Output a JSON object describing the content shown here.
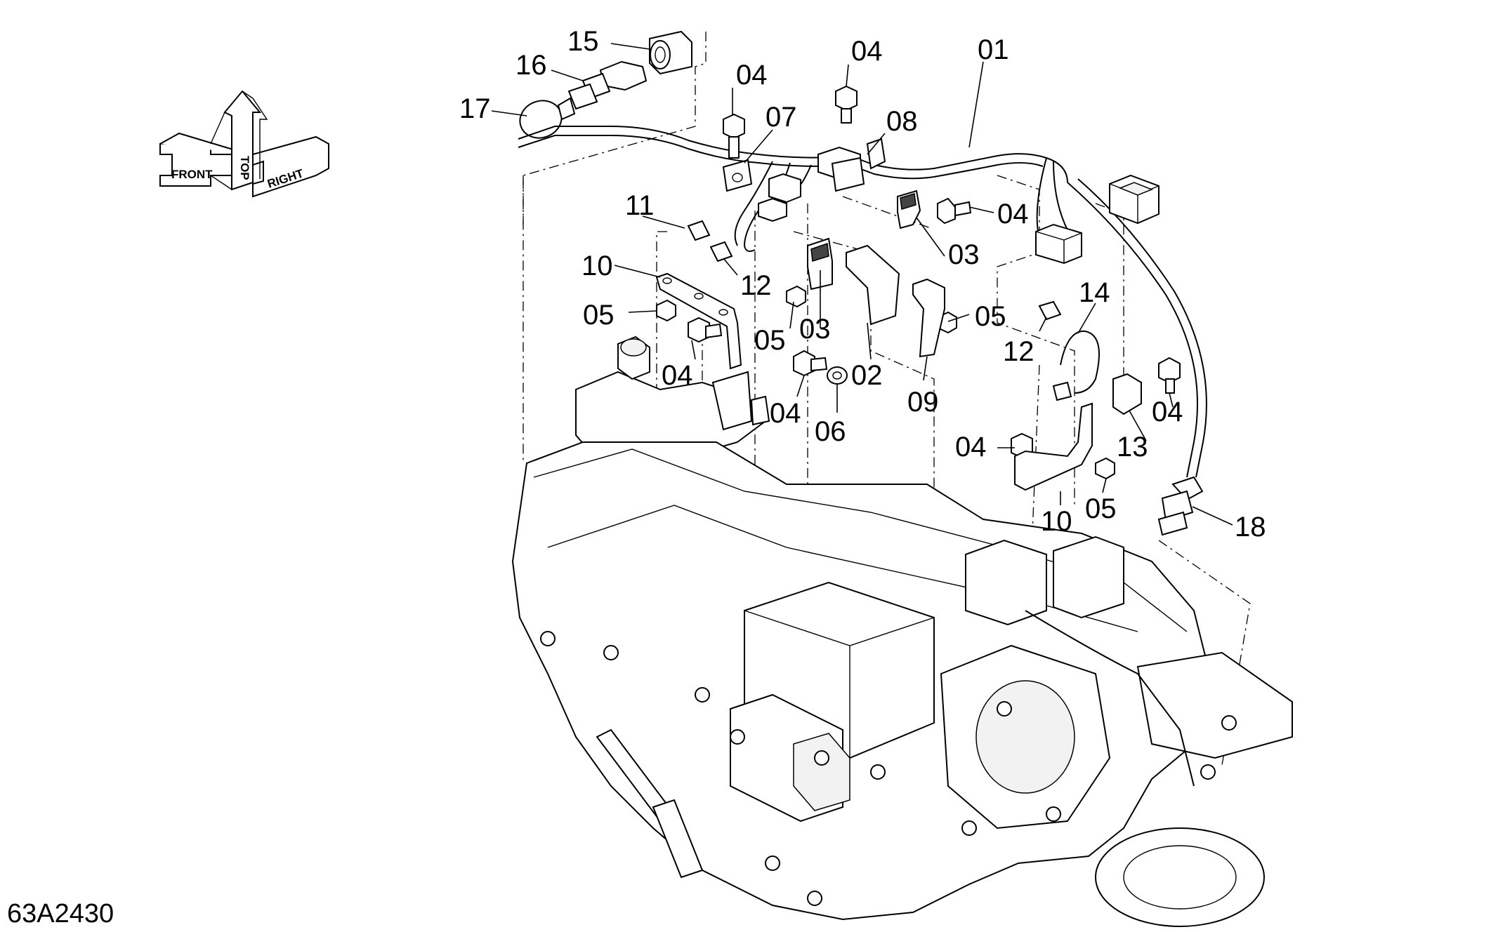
{
  "drawing_number": "63A2430",
  "orientation_arrows": {
    "front": "FRONT",
    "top": "TOP",
    "right": "RIGHT"
  },
  "callouts": [
    {
      "id": "c15",
      "label": "15"
    },
    {
      "id": "c16",
      "label": "16"
    },
    {
      "id": "c17",
      "label": "17"
    },
    {
      "id": "c04a",
      "label": "04"
    },
    {
      "id": "c04b",
      "label": "04"
    },
    {
      "id": "c01",
      "label": "01"
    },
    {
      "id": "c07",
      "label": "07"
    },
    {
      "id": "c08",
      "label": "08"
    },
    {
      "id": "c04c",
      "label": "04"
    },
    {
      "id": "c03a",
      "label": "03"
    },
    {
      "id": "c11",
      "label": "11"
    },
    {
      "id": "c10a",
      "label": "10"
    },
    {
      "id": "c12a",
      "label": "12"
    },
    {
      "id": "c14",
      "label": "14"
    },
    {
      "id": "c05a",
      "label": "05"
    },
    {
      "id": "c05b",
      "label": "05"
    },
    {
      "id": "c03b",
      "label": "03"
    },
    {
      "id": "c05c",
      "label": "05"
    },
    {
      "id": "c12b",
      "label": "12"
    },
    {
      "id": "c04d",
      "label": "04"
    },
    {
      "id": "c02",
      "label": "02"
    },
    {
      "id": "c09",
      "label": "09"
    },
    {
      "id": "c04e",
      "label": "04"
    },
    {
      "id": "c06",
      "label": "06"
    },
    {
      "id": "c04f",
      "label": "04"
    },
    {
      "id": "c13",
      "label": "13"
    },
    {
      "id": "c04g",
      "label": "04"
    },
    {
      "id": "c05d",
      "label": "05"
    },
    {
      "id": "c10b",
      "label": "10"
    },
    {
      "id": "c18",
      "label": "18"
    }
  ]
}
